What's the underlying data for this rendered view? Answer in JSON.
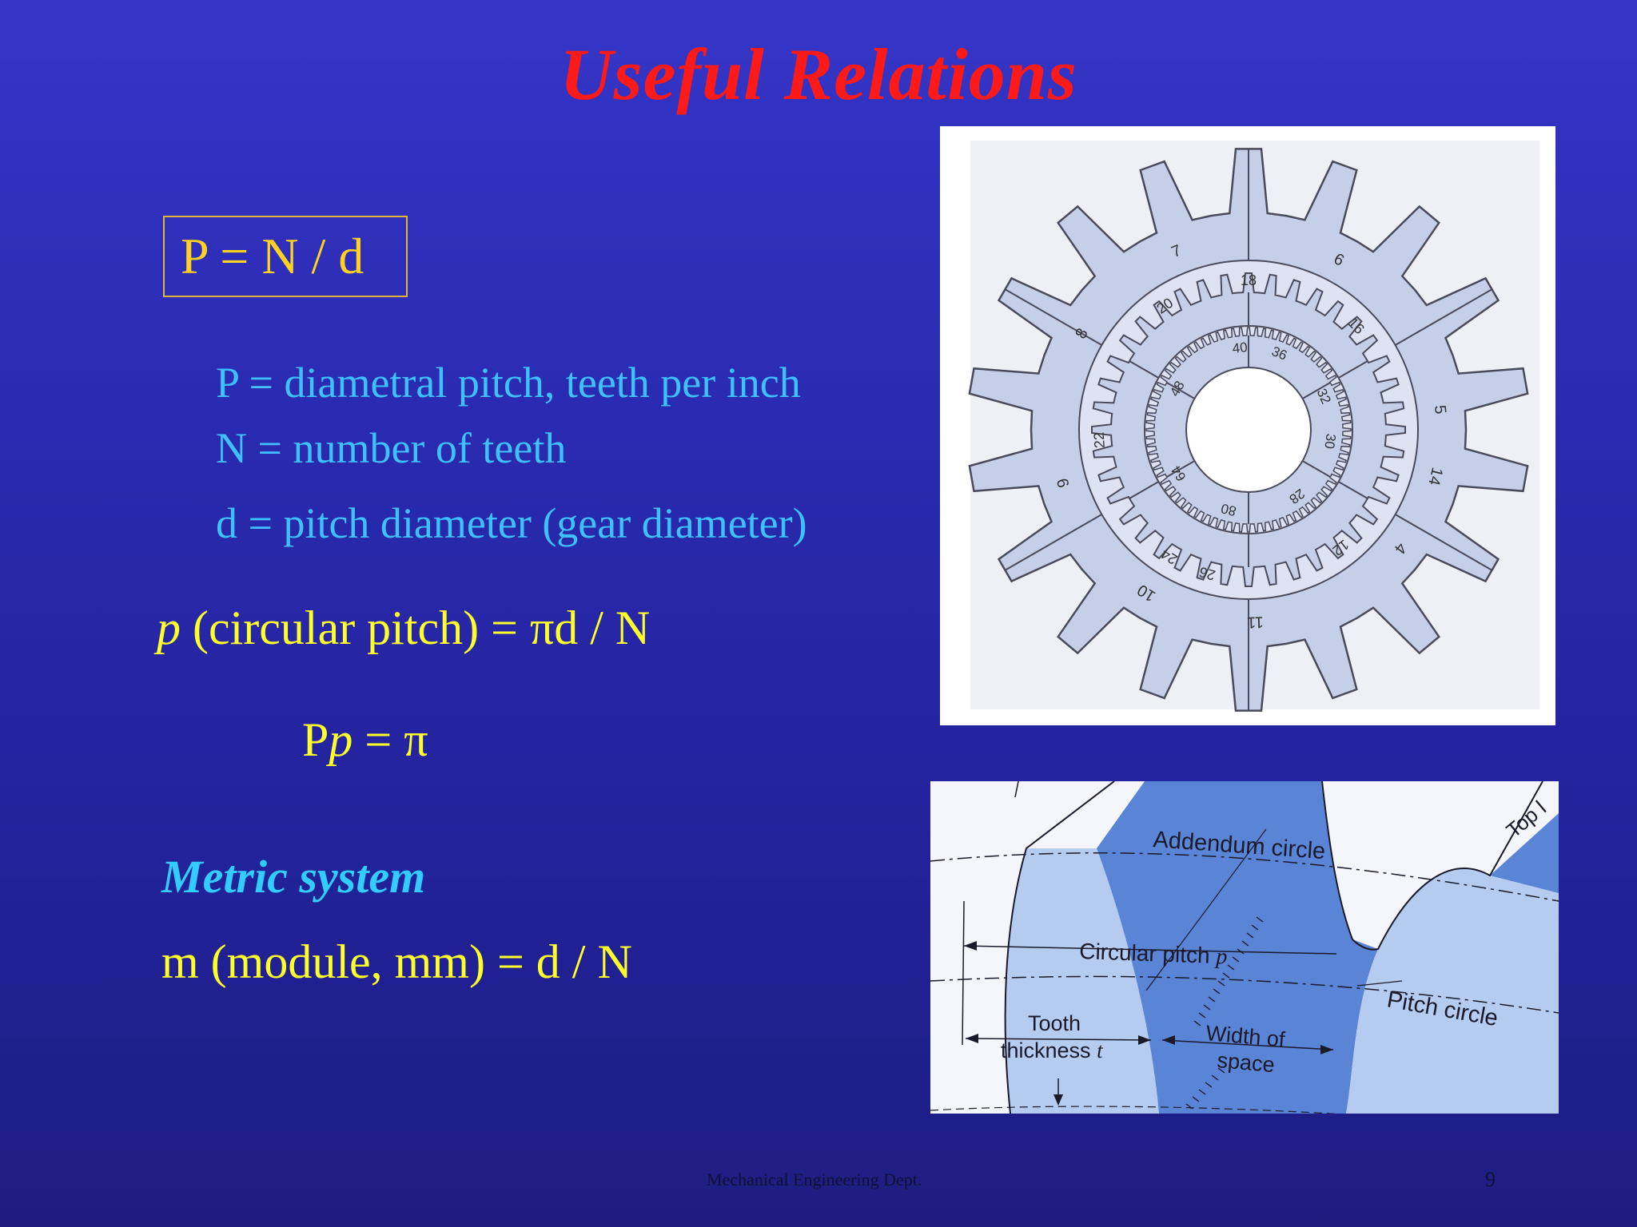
{
  "slide": {
    "title": "Useful Relations",
    "boxed_formula": "P = N / d",
    "definitions": [
      "P = diametral pitch, teeth per inch",
      "N = number of teeth",
      "d = pitch diameter (gear diameter)"
    ],
    "circular_pitch": {
      "symbol": "p",
      "text": " (circular pitch) = πd / N"
    },
    "relation": {
      "prefix": "P",
      "symbol": "p",
      "suffix": " = π"
    },
    "metric_heading": "Metric system",
    "metric_formula": "m (module, mm) = d / N",
    "footer": "Mechanical Engineering Dept.",
    "page_number": "9"
  },
  "figure_gears": {
    "outer_labels": [
      "7",
      "6",
      "8",
      "5",
      "9",
      "14",
      "10",
      "4",
      "11"
    ],
    "middle_labels": [
      "18",
      "20",
      "16",
      "22",
      "24",
      "26",
      "12"
    ],
    "inner_labels": [
      "40",
      "36",
      "48",
      "32",
      "64",
      "30",
      "80",
      "28"
    ]
  },
  "figure_tooth": {
    "addendum_circle": "Addendum circle",
    "circular_pitch": "Circular pitch",
    "circular_pitch_symbol": "p",
    "pitch_circle": "Pitch circle",
    "tooth_thickness_line1": "Tooth",
    "tooth_thickness_line2": "thickness",
    "tooth_thickness_symbol": "t",
    "width_of_space_line1": "Width of",
    "width_of_space_line2": "space",
    "top_land_partial": "Top l"
  },
  "colors": {
    "title": "#ff1a1a",
    "formula_yellow": "#ffff2a",
    "definition_cyan": "#3fc0ff",
    "gear_fill": "#c5cfe8",
    "tooth_dark": "#5a84d6",
    "tooth_light": "#b6cbf0"
  }
}
